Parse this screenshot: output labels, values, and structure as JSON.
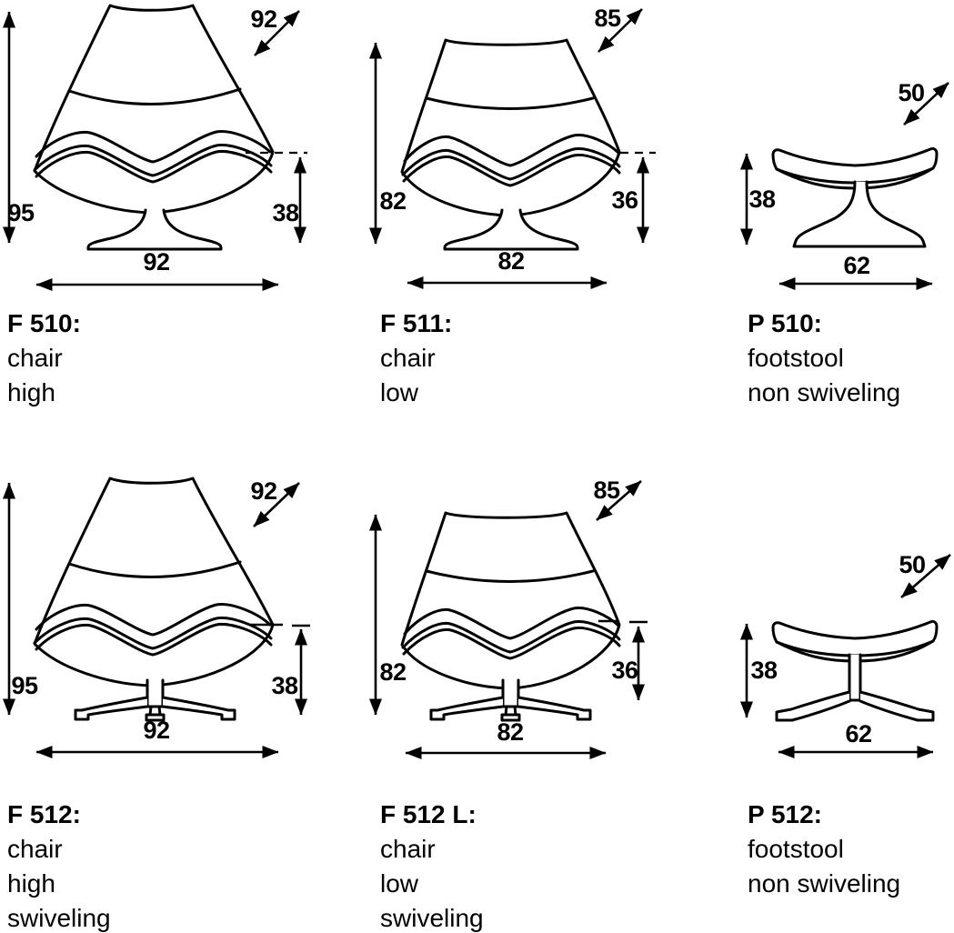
{
  "colors": {
    "line": "#000000",
    "background": "#ffffff"
  },
  "products": [
    {
      "code": "F 510:",
      "desc": [
        "chair",
        "high"
      ],
      "dims": {
        "height": "95",
        "depth": "92",
        "seat_height": "38",
        "width": "92"
      }
    },
    {
      "code": "F 511:",
      "desc": [
        "chair",
        "low"
      ],
      "dims": {
        "height": "82",
        "depth": "85",
        "seat_height": "36",
        "width": "82"
      }
    },
    {
      "code": "P 510:",
      "desc": [
        "footstool",
        "non swiveling"
      ],
      "dims": {
        "height": "38",
        "depth": "50",
        "width": "62"
      }
    },
    {
      "code": "F 512:",
      "desc": [
        "chair",
        "high",
        "swiveling"
      ],
      "dims": {
        "height": "95",
        "depth": "92",
        "seat_height": "38",
        "width": "92"
      }
    },
    {
      "code": "F 512 L:",
      "desc": [
        "chair",
        "low",
        "swiveling"
      ],
      "dims": {
        "height": "82",
        "depth": "85",
        "seat_height": "36",
        "width": "82"
      }
    },
    {
      "code": "P 512:",
      "desc": [
        "footstool",
        "non swiveling"
      ],
      "dims": {
        "height": "38",
        "depth": "50",
        "width": "62"
      }
    }
  ]
}
